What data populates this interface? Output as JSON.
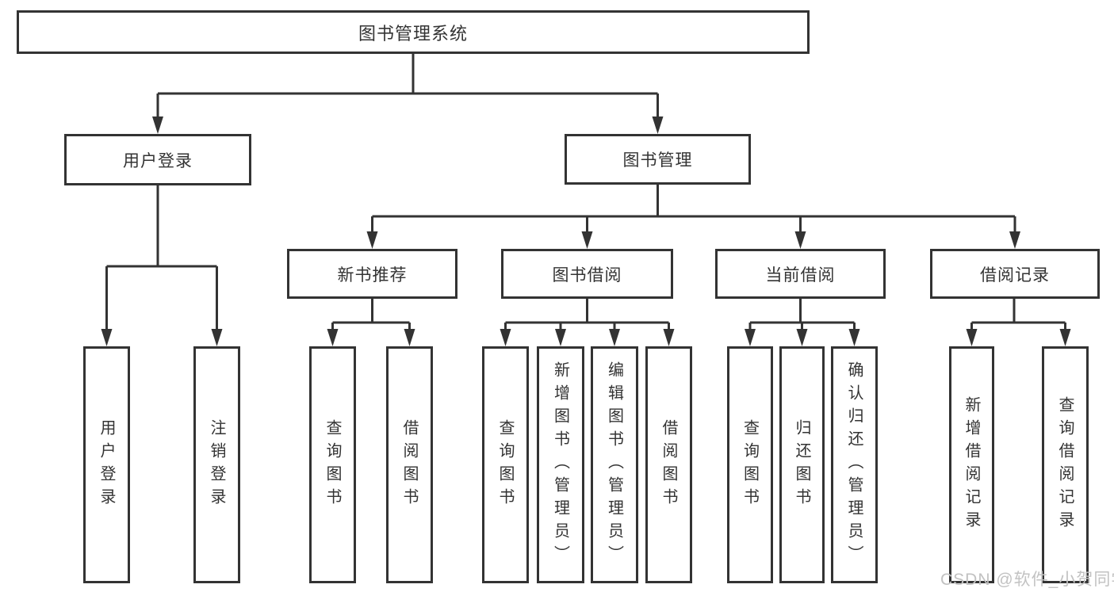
{
  "diagram": {
    "title": "图书管理系统",
    "type": "hierarchy-tree"
  },
  "nodes": {
    "root": "图书管理系统",
    "userLogin": "用户登录",
    "bookMgmt": "图书管理",
    "newBookRec": "新书推荐",
    "bookBorrow": "图书借阅",
    "currentBorrow": "当前借阅",
    "borrowRecords": "借阅记录",
    "leafUserLogin": "用户登录",
    "leafLogout": "注销登录",
    "recQueryBooks": "查询图书",
    "recBorrowBooks": "借阅图书",
    "bbQueryBooks": "查询图书",
    "bbAddBooks": "新增图书（管理员）",
    "bbEditBooks": "编辑图书（管理员）",
    "bbBorrowBooks": "借阅图书",
    "cbQueryBooks": "查询图书",
    "cbReturnBooks": "归还图书",
    "cbConfirmReturn": "确认归还（管理员）",
    "brAddRecord": "新增借阅记录",
    "brQueryRecord": "查询借阅记录"
  },
  "hierarchy": {
    "label": "图书管理系统",
    "children": [
      {
        "label": "用户登录",
        "children": [
          {
            "label": "用户登录"
          },
          {
            "label": "注销登录"
          }
        ]
      },
      {
        "label": "图书管理",
        "children": [
          {
            "label": "新书推荐",
            "children": [
              {
                "label": "查询图书"
              },
              {
                "label": "借阅图书"
              }
            ]
          },
          {
            "label": "图书借阅",
            "children": [
              {
                "label": "查询图书"
              },
              {
                "label": "新增图书（管理员）"
              },
              {
                "label": "编辑图书（管理员）"
              },
              {
                "label": "借阅图书"
              }
            ]
          },
          {
            "label": "当前借阅",
            "children": [
              {
                "label": "查询图书"
              },
              {
                "label": "归还图书"
              },
              {
                "label": "确认归还（管理员）"
              }
            ]
          },
          {
            "label": "借阅记录",
            "children": [
              {
                "label": "新增借阅记录"
              },
              {
                "label": "查询借阅记录"
              }
            ]
          }
        ]
      }
    ]
  },
  "watermark": "CSDN @软件_小贺同学",
  "colors": {
    "line": "#333333",
    "text": "#333333",
    "box_background": "#ffffff",
    "page_background": "#ffffff",
    "watermark": "#c2c2c2"
  }
}
